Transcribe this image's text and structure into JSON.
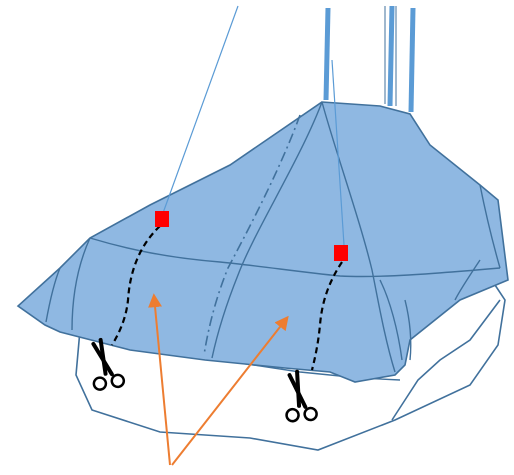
{
  "diagram": {
    "colors": {
      "fabric_fill": "#8fb8e2",
      "outline": "#41719c",
      "lining": "#41719c",
      "tie_line": "#5b9bd5",
      "marker": "#ff0000",
      "arrow": "#ed7d31",
      "cut_line": "#000000",
      "background": "#ffffff"
    },
    "icons": {
      "marker": "red-square",
      "tool": "scissors-icon",
      "arrow": "orange-arrow"
    },
    "markers_count": 2,
    "scissors_count": 2,
    "arrows_count": 2
  }
}
